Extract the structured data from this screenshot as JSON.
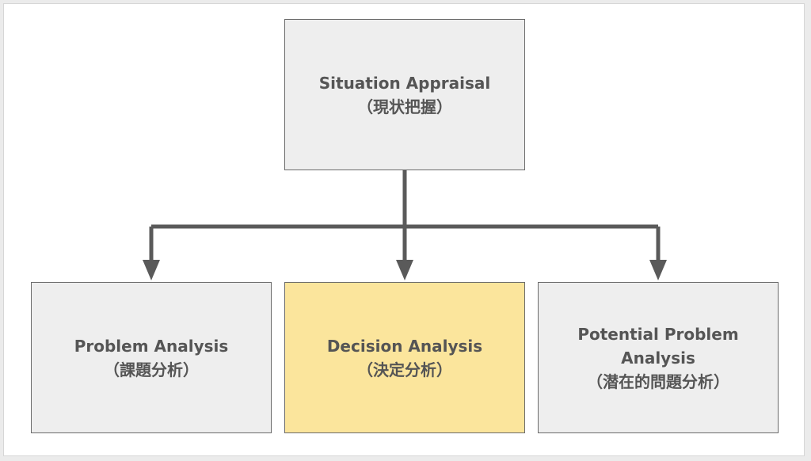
{
  "diagram": {
    "colors": {
      "box_fill": "#eeeeee",
      "highlight_fill": "#fbe59c",
      "border": "#6b6b6b",
      "connector": "#5a5a5a",
      "text": "#555555"
    },
    "nodes": {
      "top": {
        "line1": "Situation Appraisal",
        "line2": "（現状把握）"
      },
      "left": {
        "line1": "Problem Analysis",
        "line2": "（課題分析）"
      },
      "middle": {
        "line1": "Decision Analysis",
        "line2": "（決定分析）",
        "highlighted": true
      },
      "right": {
        "line1": "Potential Problem",
        "line2": "Analysis",
        "line3": "（潜在的問題分析）"
      }
    }
  }
}
